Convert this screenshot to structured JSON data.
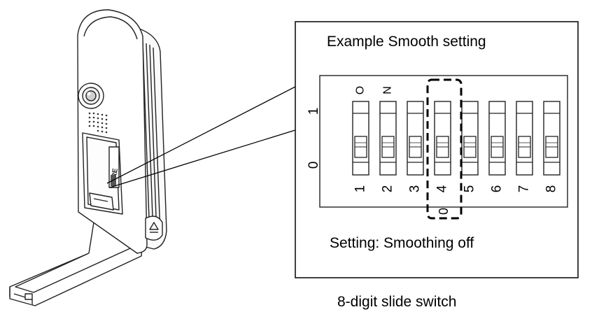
{
  "callout": {
    "title": "Example Smooth setting",
    "status": "Setting: Smoothing off"
  },
  "caption": "8-digit slide switch",
  "dip_switch": {
    "on_label": "ON",
    "side_labels": {
      "top": "1",
      "bottom": "0"
    },
    "numbers": [
      "1",
      "2",
      "3",
      "4",
      "5",
      "6",
      "7",
      "8"
    ],
    "highlighted_position": "4",
    "highlight_marker": "0",
    "positions": [
      "0",
      "0",
      "0",
      "0",
      "0",
      "0",
      "0",
      "0"
    ]
  },
  "device_label": "HRE"
}
